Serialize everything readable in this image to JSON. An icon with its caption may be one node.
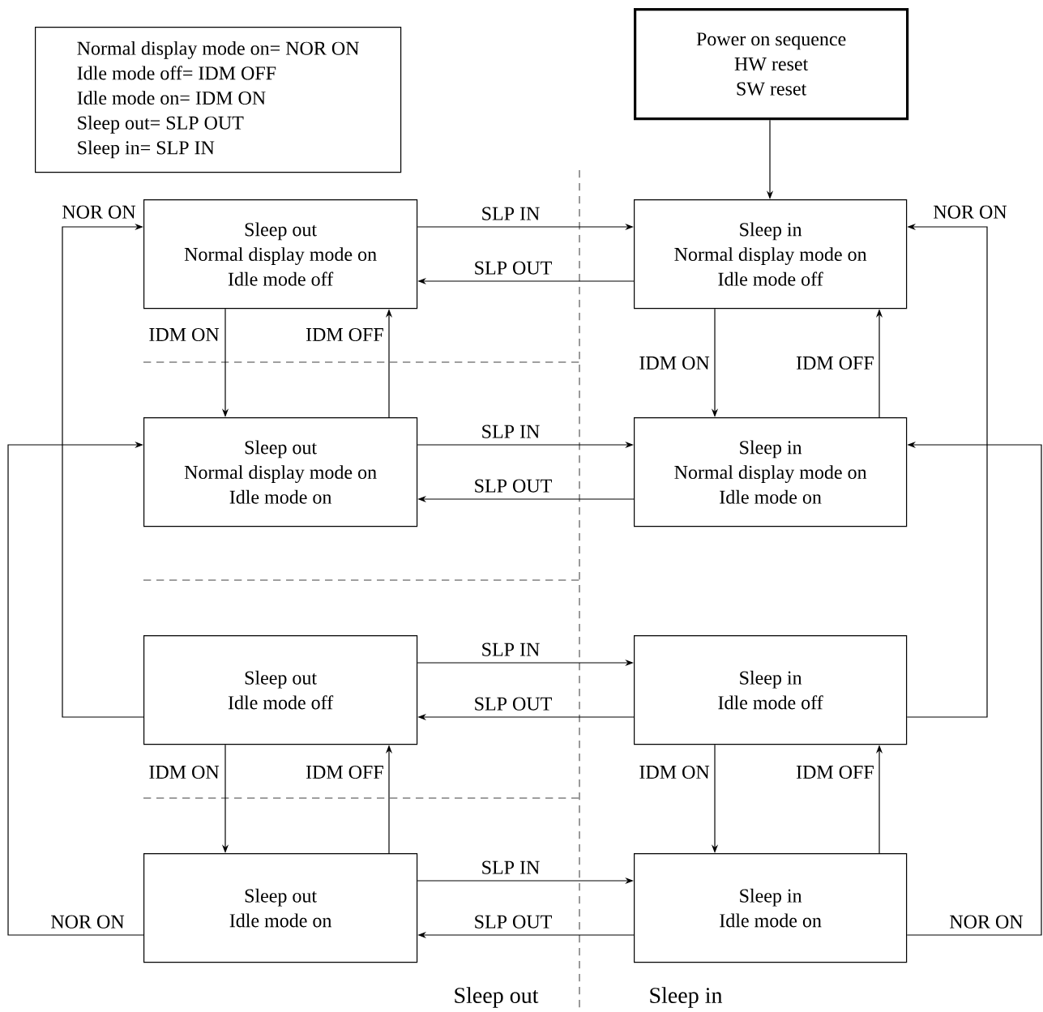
{
  "diagram": {
    "nodes": [
      {
        "text": [
          "Normal display mode on= NOR ON",
          "Idle mode off= IDM OFF",
          "Idle mode on= IDM ON",
          "Sleep out= SLP OUT",
          "Sleep in= SLP IN"
        ]
      },
      {
        "text": [
          "Power on sequence",
          "HW reset",
          "SW reset"
        ]
      },
      {
        "text": [
          "Sleep out",
          "Normal display mode on",
          "Idle mode off"
        ]
      },
      {
        "text": [
          "Sleep in",
          "Normal display mode on",
          "Idle mode off"
        ]
      },
      {
        "text": [
          "Sleep out",
          "Normal display mode on",
          "Idle mode on"
        ]
      },
      {
        "text": [
          "Sleep in",
          "Normal display mode on",
          "Idle mode on"
        ]
      },
      {
        "text": [
          "Sleep out",
          "Idle mode off"
        ]
      },
      {
        "text": [
          "Sleep in",
          "Idle mode off"
        ]
      },
      {
        "text": [
          "Sleep out",
          "Idle mode on"
        ]
      },
      {
        "text": [
          "Sleep in",
          "Idle mode on"
        ]
      }
    ],
    "edges": [
      {
        "from": 1,
        "to": 3,
        "arrow": "to"
      },
      {
        "from": 2,
        "to": 3,
        "arrow": "to",
        "label": "SLP IN"
      },
      {
        "from": 3,
        "to": 2,
        "arrow": "to",
        "label": "SLP OUT"
      },
      {
        "from": 2,
        "to": 4,
        "arrow": "to",
        "label": "IDM ON"
      },
      {
        "from": 4,
        "to": 2,
        "arrow": "to",
        "label": "IDM OFF"
      },
      {
        "from": 3,
        "to": 5,
        "arrow": "to",
        "label": "IDM ON"
      },
      {
        "from": 5,
        "to": 3,
        "arrow": "to",
        "label": "IDM OFF"
      },
      {
        "from": 4,
        "to": 5,
        "arrow": "to",
        "label": "SLP IN"
      },
      {
        "from": 5,
        "to": 4,
        "arrow": "to",
        "label": "SLP OUT"
      },
      {
        "from": 6,
        "to": 7,
        "arrow": "to",
        "label": "SLP IN"
      },
      {
        "from": 7,
        "to": 6,
        "arrow": "to",
        "label": "SLP OUT"
      },
      {
        "from": 6,
        "to": 8,
        "arrow": "to",
        "label": "IDM ON"
      },
      {
        "from": 8,
        "to": 6,
        "arrow": "to",
        "label": "IDM OFF"
      },
      {
        "from": 7,
        "to": 9,
        "arrow": "to",
        "label": "IDM ON"
      },
      {
        "from": 9,
        "to": 7,
        "arrow": "to",
        "label": "IDM OFF"
      },
      {
        "from": 8,
        "to": 9,
        "arrow": "to",
        "label": "SLP IN"
      },
      {
        "from": 9,
        "to": 8,
        "arrow": "to",
        "label": "SLP OUT"
      },
      {
        "from": 6,
        "to": 2,
        "arrow": "to",
        "label": "NOR ON"
      },
      {
        "from": 8,
        "to": 4,
        "arrow": "to",
        "label": "NOR ON"
      },
      {
        "from": 7,
        "to": 3,
        "arrow": "to",
        "label": "NOR ON"
      },
      {
        "from": 9,
        "to": 5,
        "arrow": "to",
        "label": "NOR ON"
      }
    ],
    "labels": [
      "Sleep out",
      "Sleep in"
    ]
  }
}
